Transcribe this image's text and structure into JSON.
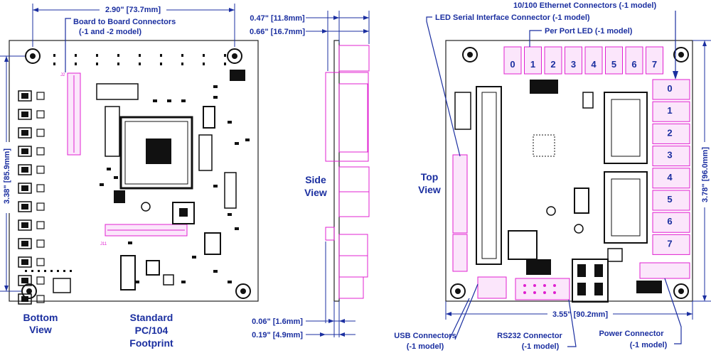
{
  "labels": {
    "width_bottom": "2.90\" [73.7mm]",
    "height_bottom": "3.38\" [85.9mm]",
    "board_to_board": "Board to Board Connectors",
    "board_to_board_model": "(-1 and -2 model)",
    "bottom_view_1": "Bottom",
    "bottom_view_2": "View",
    "standard_1": "Standard",
    "standard_2": "PC/104",
    "standard_3": "Footprint",
    "side_dim1": "0.47\" [11.8mm]",
    "side_dim2": "0.66\" [16.7mm]",
    "side_dim3": "0.06\" [1.6mm]",
    "side_dim4": "0.19\" [4.9mm]",
    "side_view_1": "Side",
    "side_view_2": "View",
    "top_view_1": "Top",
    "top_view_2": "View",
    "ethernet": "10/100 Ethernet Connectors (-1 model)",
    "led_serial": "LED Serial Interface Connector (-1 model)",
    "per_port_led": "Per Port LED (-1 model)",
    "width_top": "3.55\" [90.2mm]",
    "height_top": "3.78\" [96.0mm]",
    "usb_1": "USB Connectors",
    "usb_2": "(-1 model)",
    "rs232_1": "RS232 Connector",
    "rs232_2": "(-1 model)",
    "power_1": "Power Connector",
    "power_2": "(-1 model)",
    "silk_j2": "J2",
    "silk_j11": "J11"
  },
  "led_numbers": [
    "0",
    "1",
    "2",
    "3",
    "4",
    "5",
    "6",
    "7"
  ],
  "port_numbers": [
    "0",
    "1",
    "2",
    "3",
    "4",
    "5",
    "6",
    "7"
  ],
  "colors": {
    "label": "#1b2fa0",
    "connector": "#e020d0",
    "board": "#222222"
  }
}
